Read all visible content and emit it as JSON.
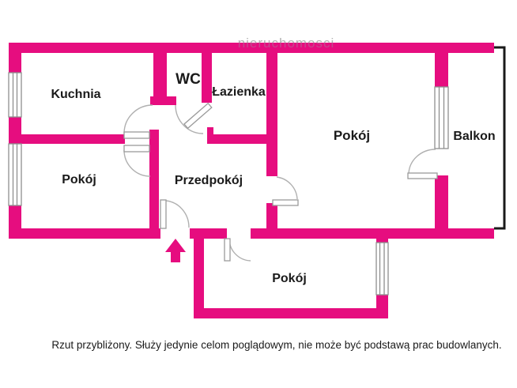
{
  "watermark": "nieruchomosci",
  "colors": {
    "wall": "#e60d7f",
    "window_frame": "#8f8f8f",
    "door_line": "#9a9a9a",
    "door_arc": "#b0b0b0",
    "balcony_outline": "#1a1a1a",
    "label_text": "#1a1a1a",
    "watermark_above_wall": "#b3b3b3",
    "watermark_on_wall": "#c4488f"
  },
  "rooms": {
    "kuchnia": {
      "label": "Kuchnia"
    },
    "wc": {
      "label": "WC"
    },
    "lazienka": {
      "label": "Łazienka"
    },
    "pokoj_top": {
      "label": "Pokój"
    },
    "balkon": {
      "label": "Balkon"
    },
    "pokoj_left": {
      "label": "Pokój"
    },
    "przedpokoj": {
      "label": "Przedpokój"
    },
    "pokoj_bottom": {
      "label": "Pokój"
    }
  },
  "footer": {
    "disclaimer": "Rzut przybliżony. Służy jedynie celom poglądowym, nie może być podstawą prac budowlanych."
  }
}
